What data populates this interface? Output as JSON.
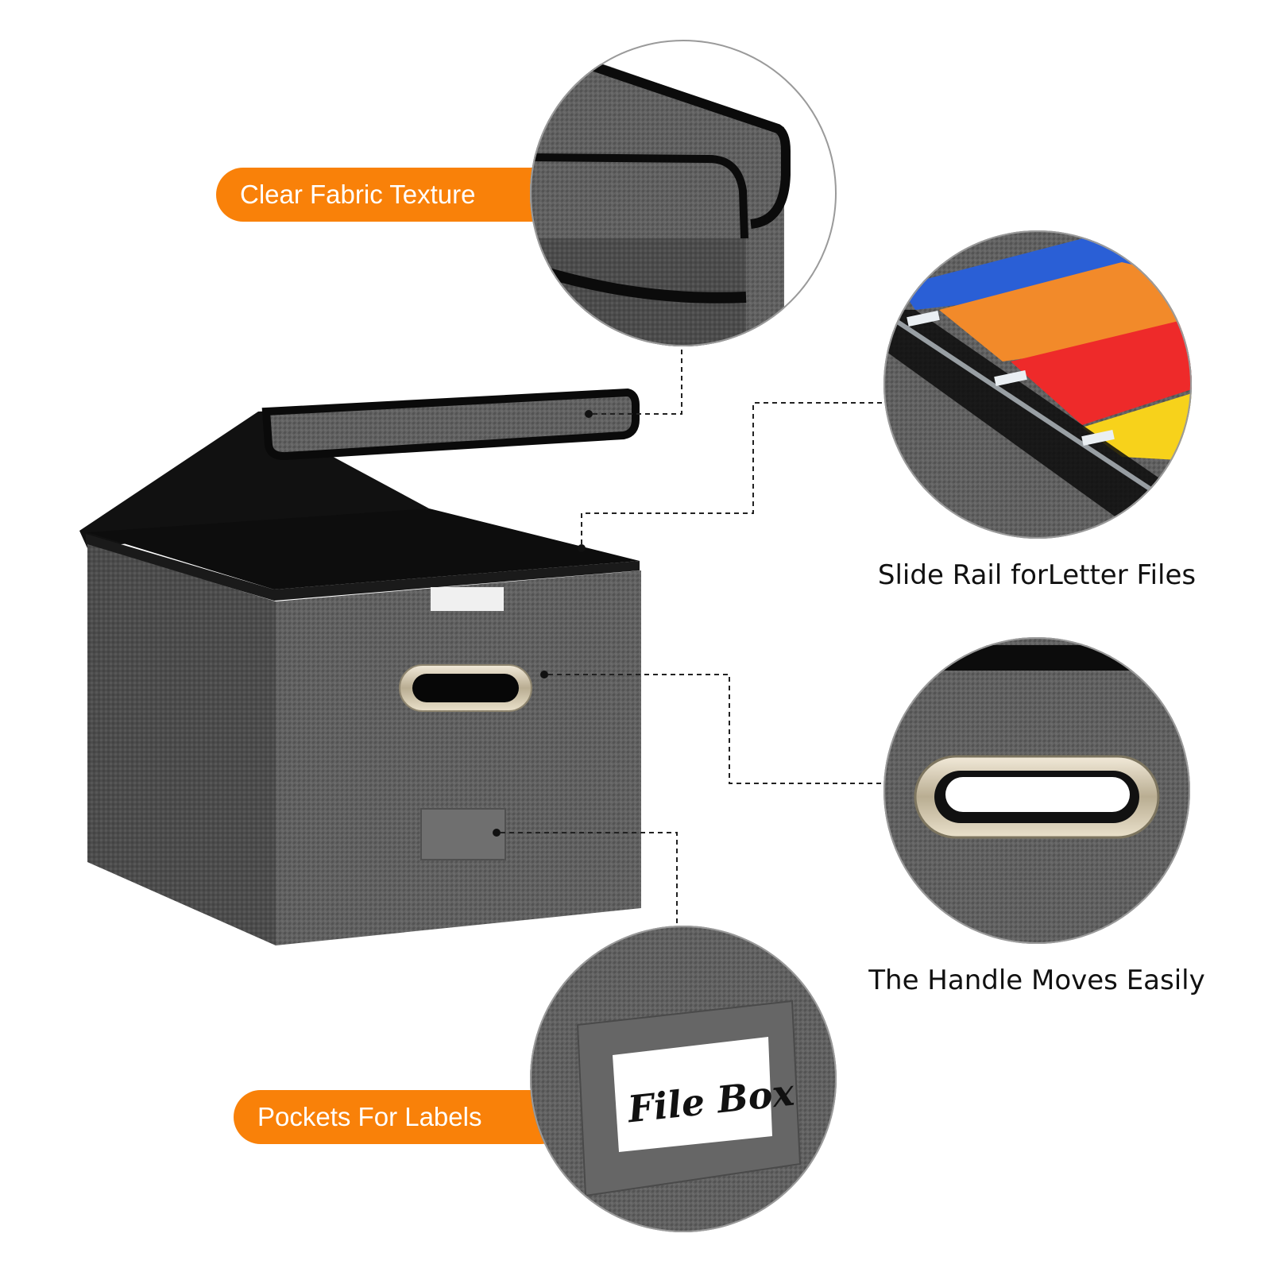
{
  "callouts": {
    "fabric": {
      "label": "Clear Fabric Texture"
    },
    "rail": {
      "label": "Slide Rail forLetter Files"
    },
    "handle": {
      "label": "The Handle Moves Easily"
    },
    "pockets": {
      "label": "Pockets For Labels"
    }
  },
  "label_card": {
    "text": "File Box"
  },
  "colors": {
    "accent": "#f98109",
    "fabric": "#5f5f5f",
    "folder_blue": "#2a5fd6",
    "folder_orange": "#f28a2a",
    "folder_red": "#ee2a2a",
    "folder_yellow": "#f7d21b"
  }
}
